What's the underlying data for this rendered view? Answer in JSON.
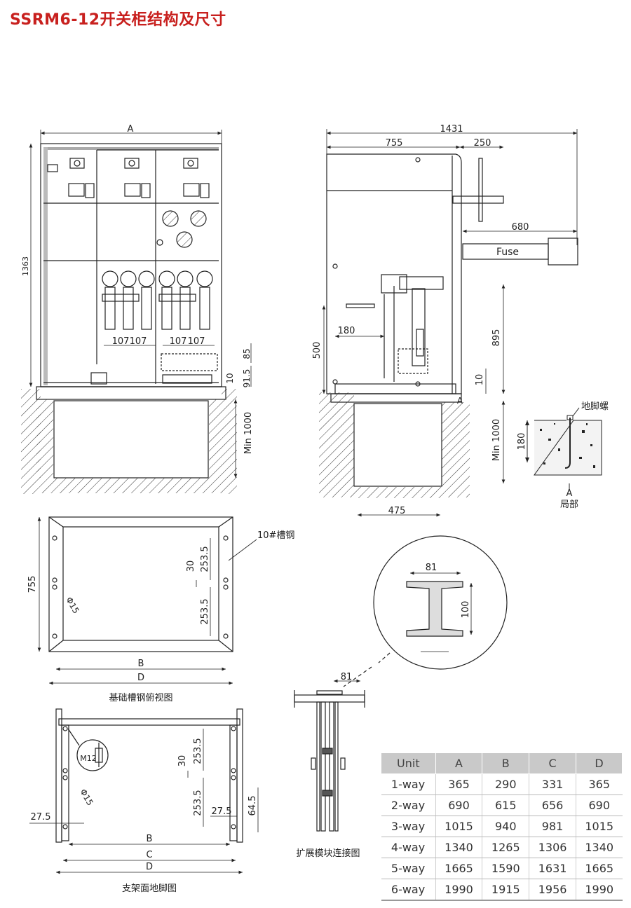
{
  "title": "SSRM6-12开关柜结构及尺寸",
  "front_view": {
    "dim_a": "A",
    "dim_height": "1363",
    "dim_107a": "107",
    "dim_107b": "107",
    "dim_107c": "107",
    "dim_107d": "107",
    "dim_85": "85",
    "dim_10": "10",
    "dim_915": "91.5",
    "dim_min1000": "Min 1000"
  },
  "side_view": {
    "dim_1431": "1431",
    "dim_755": "755",
    "dim_250": "250",
    "dim_680": "680",
    "fuse_label": "Fuse",
    "dim_500": "500",
    "dim_180": "180",
    "dim_895": "895",
    "dim_10": "10",
    "dim_min1000": "Min 1000",
    "dim_475": "475",
    "marker_a": "A"
  },
  "detail_a": {
    "bolt_label": "地脚螺",
    "dim_180": "180",
    "marker": "A",
    "caption": "局部"
  },
  "channel_plan": {
    "steel_label": "10#槽钢",
    "dim_755": "755",
    "dim_30": "30",
    "dim_2535a": "253.5",
    "dim_2535b": "253.5",
    "hole": "Φ15",
    "dim_b": "B",
    "dim_d": "D",
    "caption": "基础槽钢俯视图"
  },
  "frame_plan": {
    "bolt": "M12",
    "hole": "Φ15",
    "dim_30": "30",
    "dim_2535a": "253.5",
    "dim_2535b": "253.5",
    "dim_275l": "27.5",
    "dim_275r": "27.5",
    "dim_645": "64.5",
    "dim_b": "B",
    "dim_c": "C",
    "dim_d": "D",
    "caption": "支架面地脚图"
  },
  "section": {
    "dim_81": "81",
    "dim_100": "100",
    "dim_81b": "81",
    "caption": "扩展模块连接图"
  },
  "table": {
    "headers": [
      "Unit",
      "A",
      "B",
      "C",
      "D"
    ],
    "rows": [
      [
        "1-way",
        "365",
        "290",
        "331",
        "365"
      ],
      [
        "2-way",
        "690",
        "615",
        "656",
        "690"
      ],
      [
        "3-way",
        "1015",
        "940",
        "981",
        "1015"
      ],
      [
        "4-way",
        "1340",
        "1265",
        "1306",
        "1340"
      ],
      [
        "5-way",
        "1665",
        "1590",
        "1631",
        "1665"
      ],
      [
        "6-way",
        "1990",
        "1915",
        "1956",
        "1990"
      ]
    ]
  }
}
